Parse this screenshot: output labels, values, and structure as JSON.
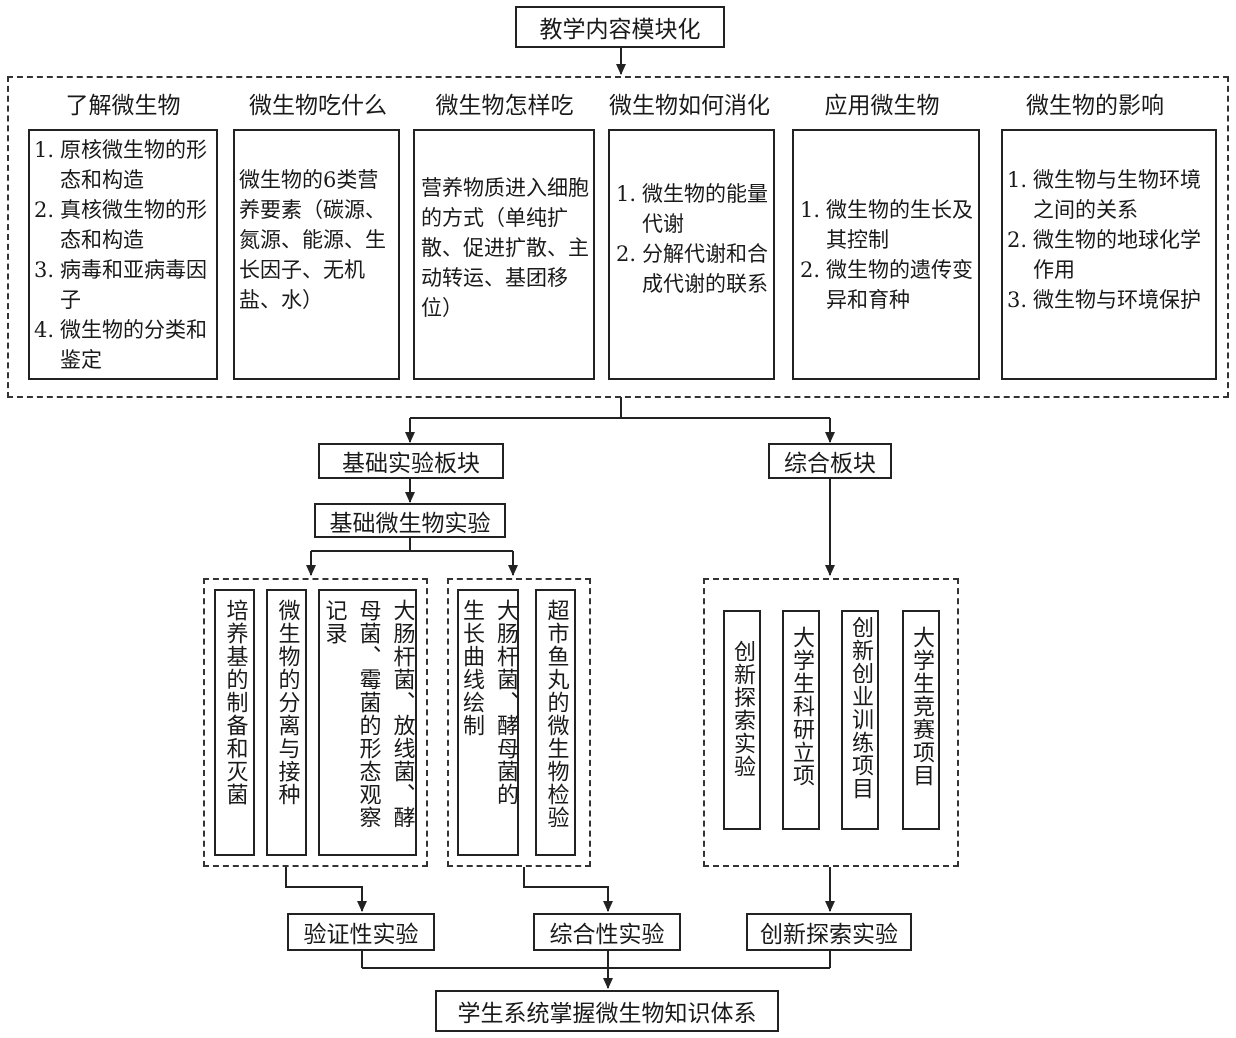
{
  "top": "教学内容模块化",
  "modules": [
    {
      "title": "了解微生物",
      "items": [
        {
          "n": "1.",
          "t": "原核微生物的形态和构造"
        },
        {
          "n": "2.",
          "t": "真核微生物的形态和构造"
        },
        {
          "n": "3.",
          "t": "病毒和亚病毒因子"
        },
        {
          "n": "4.",
          "t": "微生物的分类和鉴定"
        }
      ]
    },
    {
      "title": "微生物吃什么",
      "text": "微生物的6类营养要素（碳源、氮源、能源、生长因子、无机盐、水）"
    },
    {
      "title": "微生物怎样吃",
      "text": "营养物质进入细胞的方式（单纯扩散、促进扩散、主动转运、基团移位）"
    },
    {
      "title": "微生物如何消化",
      "items": [
        {
          "n": "1.",
          "t": "微生物的能量代谢"
        },
        {
          "n": "2.",
          "t": "分解代谢和合成代谢的联系"
        }
      ]
    },
    {
      "title": "应用微生物",
      "items": [
        {
          "n": "1.",
          "t": "微生物的生长及其控制"
        },
        {
          "n": "2.",
          "t": "微生物的遗传变异和育种"
        }
      ]
    },
    {
      "title": "微生物的影响",
      "items": [
        {
          "n": "1.",
          "t": "微生物与生物环境之间的关系"
        },
        {
          "n": "2.",
          "t": "微生物的地球化学作用"
        },
        {
          "n": "3.",
          "t": "微生物与环境保护"
        }
      ]
    }
  ],
  "basic_block": "基础实验板块",
  "comp_block": "综合板块",
  "basic_micro": "基础微生物实验",
  "group_a": [
    "培养基的制备和灭菌",
    "微生物的分离与接种",
    "大肠杆菌、放线菌、酵母菌、霉菌的形态观察记录"
  ],
  "group_b": [
    "大肠杆菌、酵母菌的生长曲线绘制",
    "超市鱼丸的微生物检验"
  ],
  "group_c": [
    "创新探索实验",
    "大学生科研立项",
    "创新创业训练项目",
    "大学生竞赛项目"
  ],
  "verify": "验证性实验",
  "comprehensive": "综合性实验",
  "innovative": "创新探索实验",
  "bottom": "学生系统掌握微生物知识体系"
}
